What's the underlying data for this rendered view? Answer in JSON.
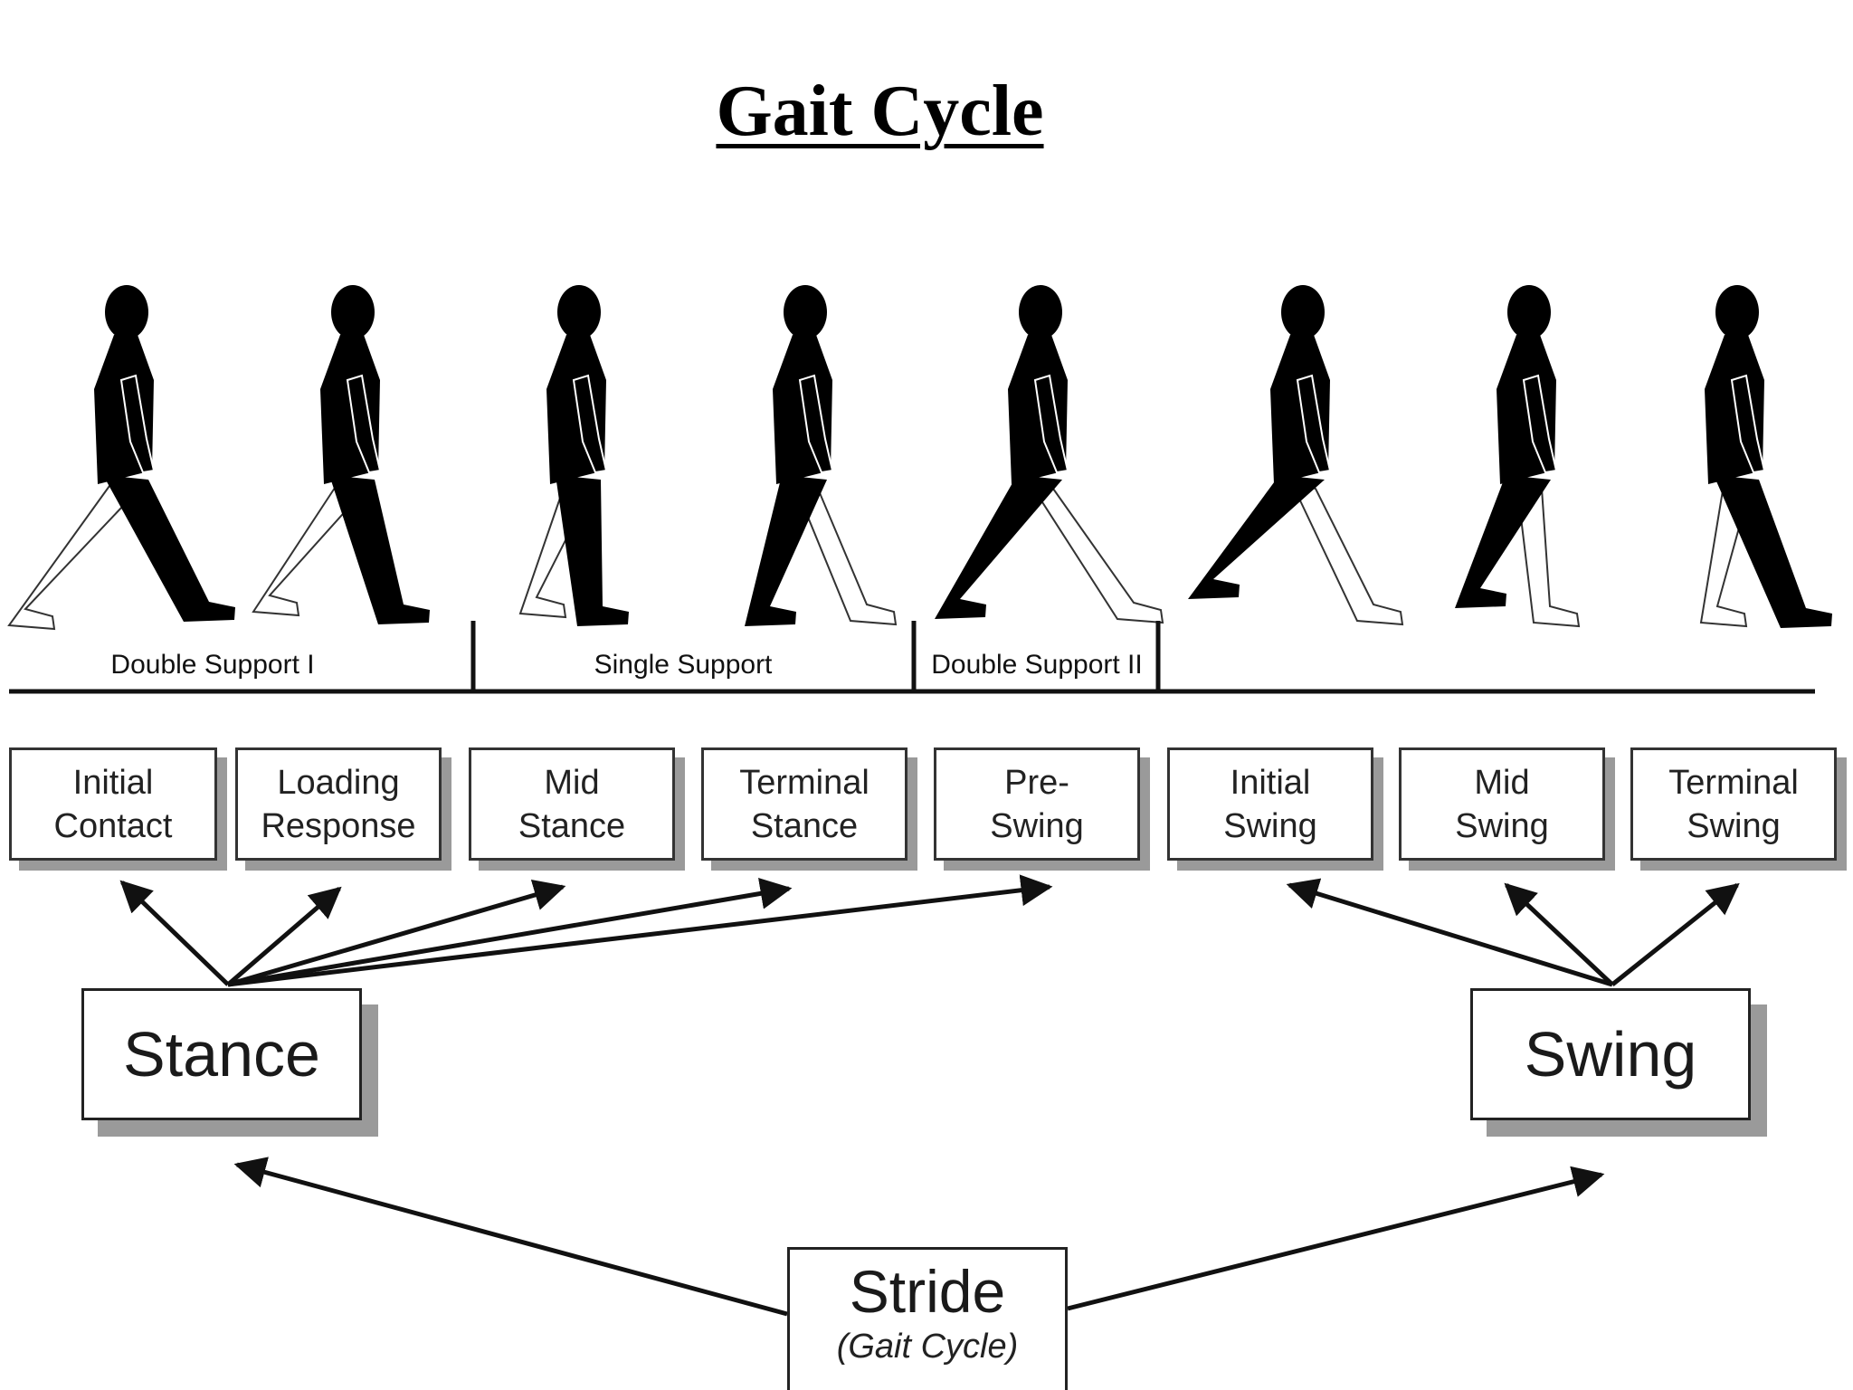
{
  "title": "Gait Cycle",
  "support_labels": [
    "Double Support I",
    "Single Support",
    "Double Support II"
  ],
  "phases": [
    {
      "label": "Initial\nContact"
    },
    {
      "label": "Loading\nResponse"
    },
    {
      "label": "Mid\nStance"
    },
    {
      "label": "Terminal\nStance"
    },
    {
      "label": "Pre-\nSwing"
    },
    {
      "label": "Initial\nSwing"
    },
    {
      "label": "Mid\nSwing"
    },
    {
      "label": "Terminal\nSwing"
    }
  ],
  "groups": {
    "stance": "Stance",
    "swing": "Swing"
  },
  "stride": {
    "label": "Stride",
    "sublabel": "(Gait Cycle)"
  },
  "colors": {
    "silhouette": "#000000",
    "outline_leg": "#ffffff",
    "shadow": "#9a9a9a",
    "line": "#111111"
  }
}
